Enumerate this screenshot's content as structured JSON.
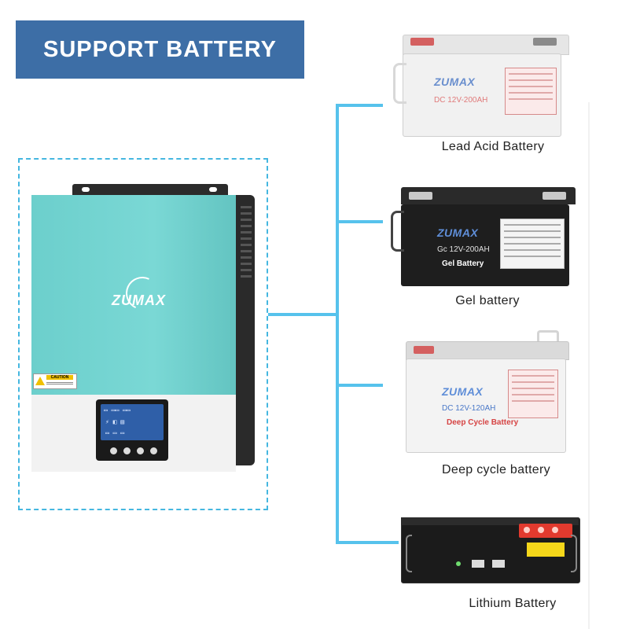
{
  "header": {
    "title": "SUPPORT BATTERY"
  },
  "inverter": {
    "brand": "ZUMAX",
    "caution_label": "CAUTION"
  },
  "batteries": [
    {
      "label": "Lead Acid Battery",
      "brand": "ZUMAX",
      "spec": "DC 12V-200AH",
      "subtitle": ""
    },
    {
      "label": "Gel battery",
      "brand": "ZUMAX",
      "spec": "Gc 12V-200AH",
      "subtitle": "Gel Battery"
    },
    {
      "label": "Deep cycle battery",
      "brand": "ZUMAX",
      "spec": "DC 12V-120AH",
      "subtitle": "Deep Cycle Battery"
    },
    {
      "label": "Lithium Battery",
      "brand": "",
      "spec": "",
      "subtitle": ""
    }
  ],
  "colors": {
    "banner": "#3d6ea6",
    "connector": "#56c2ec",
    "frame": "#45b7e0",
    "inverter_teal": "#73d3d0",
    "gel_body": "#1e1e1e",
    "lead_body": "#eeeeee"
  }
}
